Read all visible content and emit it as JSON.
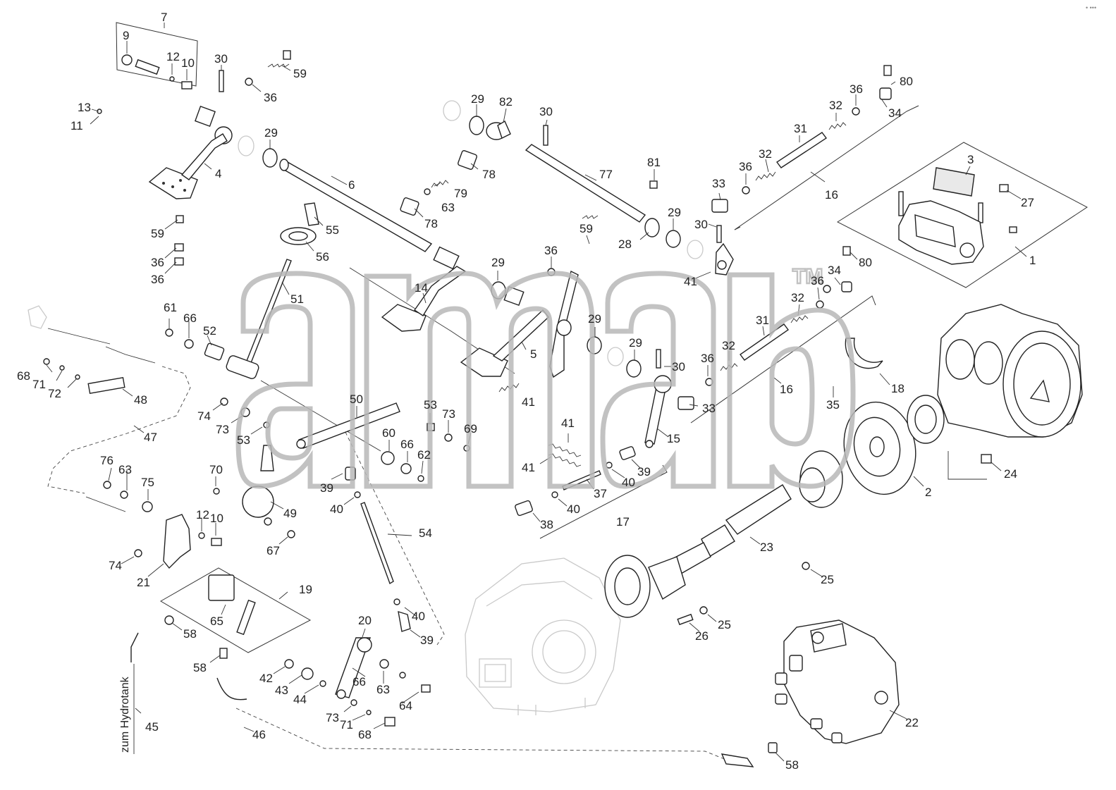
{
  "watermark": {
    "text": "amab",
    "tm": "TM"
  },
  "corner_mark": "• •••",
  "rotated_text": "zum Hydrotank",
  "callouts": [
    "1",
    "2",
    "3",
    "4",
    "5",
    "6",
    "7",
    "9",
    "10",
    "11",
    "12",
    "13",
    "14",
    "15",
    "16",
    "17",
    "18",
    "19",
    "20",
    "21",
    "22",
    "23",
    "24",
    "25",
    "26",
    "27",
    "28",
    "29",
    "30",
    "31",
    "32",
    "33",
    "34",
    "35",
    "36",
    "37",
    "38",
    "39",
    "40",
    "41",
    "42",
    "43",
    "44",
    "45",
    "46",
    "47",
    "48",
    "49",
    "50",
    "51",
    "52",
    "53",
    "54",
    "55",
    "56",
    "58",
    "59",
    "60",
    "61",
    "62",
    "63",
    "64",
    "65",
    "66",
    "67",
    "68",
    "69",
    "70",
    "71",
    "72",
    "73",
    "74",
    "75",
    "76",
    "77",
    "78",
    "79",
    "80",
    "81",
    "82"
  ]
}
